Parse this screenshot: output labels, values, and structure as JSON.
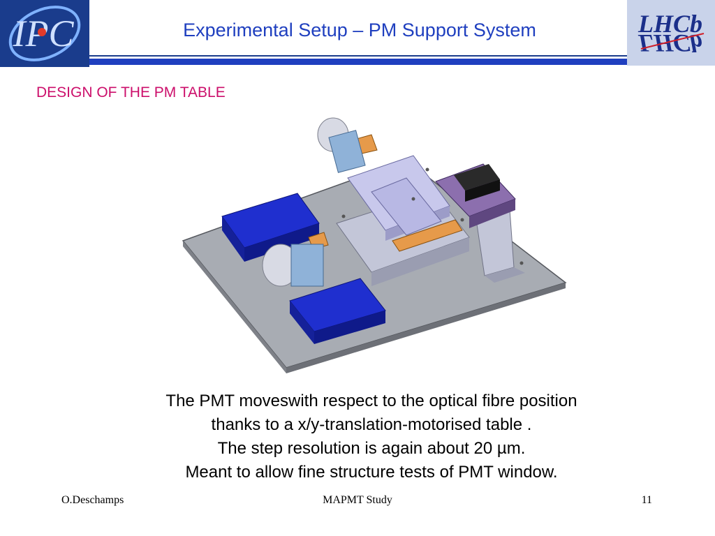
{
  "header": {
    "title": "Experimental Setup – PM Support System",
    "logo_left_text": "IPC",
    "logo_right_text": "LHCb"
  },
  "section_title": "DESIGN OF THE PM TABLE",
  "body_lines": [
    "The PMT moveswith respect to the optical fibre position",
    "thanks to a x/y-translation-motorised table .",
    "The step resolution is again about 20 µm.",
    "Meant to allow fine structure tests of PMT window."
  ],
  "footer": {
    "author": "O.Deschamps",
    "center": "MAPMT Study",
    "page": "11"
  },
  "colors": {
    "title_blue": "#1f3fbf",
    "section_magenta": "#cc0f6b",
    "rule_blue": "#1a3c8c"
  }
}
